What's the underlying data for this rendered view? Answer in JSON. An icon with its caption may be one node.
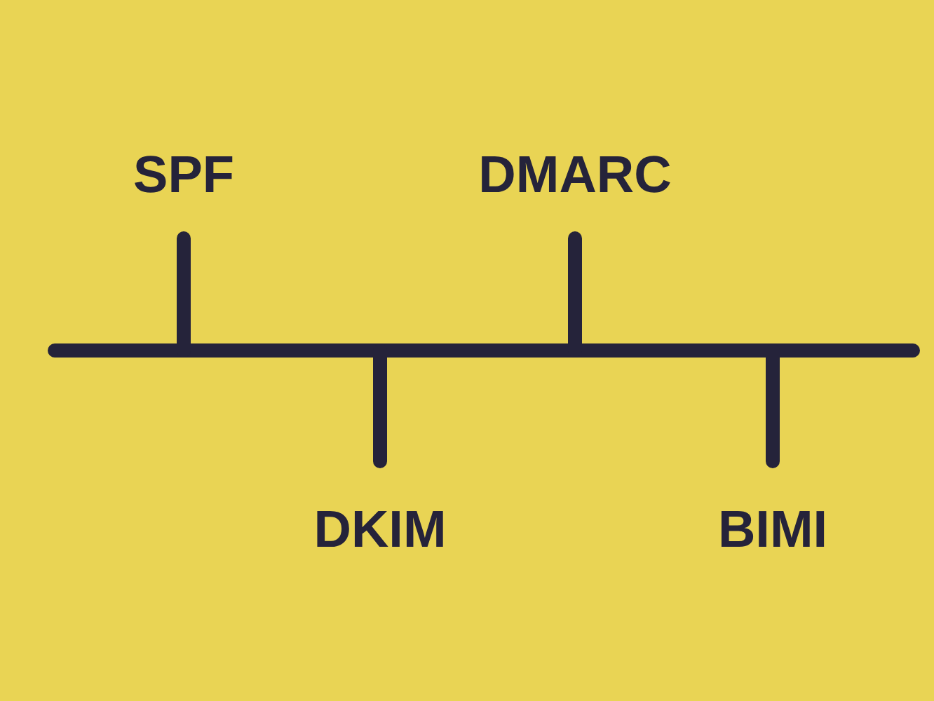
{
  "diagram": {
    "labels": [
      "SPF",
      "DMARC",
      "DKIM",
      "BIMI"
    ]
  }
}
